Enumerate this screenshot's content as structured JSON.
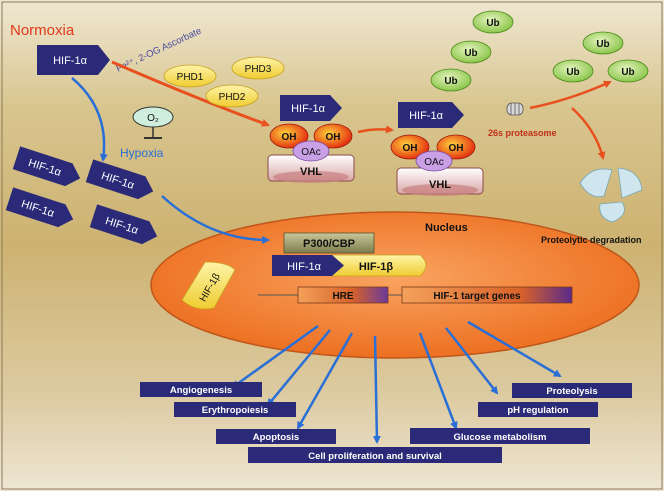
{
  "labels": {
    "normoxia": "Normoxia",
    "cofactors": "Fe²⁺, 2-OG Ascorbate",
    "hypoxia": "Hypoxia",
    "o2": "O₂",
    "hif1a": "HIF-1α",
    "hif1b": "HIF-1β",
    "phd1": "PHD1",
    "phd2": "PHD2",
    "phd3": "PHD3",
    "oh": "OH",
    "oac": "OAc",
    "vhl": "VHL",
    "ub": "Ub",
    "proteasome": "26s proteasome",
    "degradation": "Proteolytic degradation",
    "nucleus": "Nucleus",
    "p300": "P300/CBP",
    "hre": "HRE",
    "target_genes": "HIF-1 target genes"
  },
  "outcomes": [
    "Angiogenesis",
    "Erythropoiesis",
    "Apoptosis",
    "Cell proliferation and survival",
    "Glucose metabolism",
    "pH regulation",
    "Proteolysis"
  ],
  "colors": {
    "hif_navy": "#2a2a78",
    "orange_arrow": "#e8501e",
    "blue_arrow": "#2a6fd6",
    "nucleus_fill": "#f07c2a",
    "yellow": "#f5d84a",
    "ub_green": "#8cc63f",
    "normoxia_text": "#e03a1a",
    "hypoxia_text": "#2a6fd6"
  }
}
